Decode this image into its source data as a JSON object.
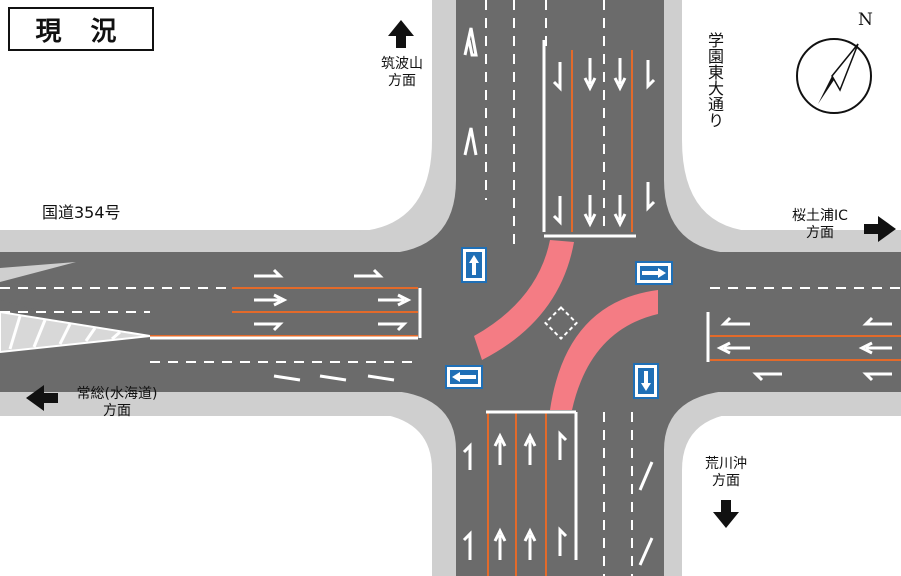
{
  "title": "現 況",
  "labels": {
    "route_354": "国道354号",
    "gakuen": "学園東大通り",
    "tsukuba_line1": "筑波山",
    "tsukuba_line2": "方面",
    "sakura_line1": "桜土浦IC",
    "sakura_line2": "方面",
    "joso_line1": "常総(水海道)",
    "joso_line2": "方面",
    "arakawa_line1": "荒川沖",
    "arakawa_line2": "方面",
    "north": "N"
  },
  "colors": {
    "road": "#6b6b6b",
    "sidewalk": "#cfcfcf",
    "lane_line_orange": "#e36a2a",
    "marking_white": "#ffffff",
    "signal_zone_red": "#f47c84",
    "sign_blue": "#1f6fb6",
    "arrow_black": "#111111"
  }
}
